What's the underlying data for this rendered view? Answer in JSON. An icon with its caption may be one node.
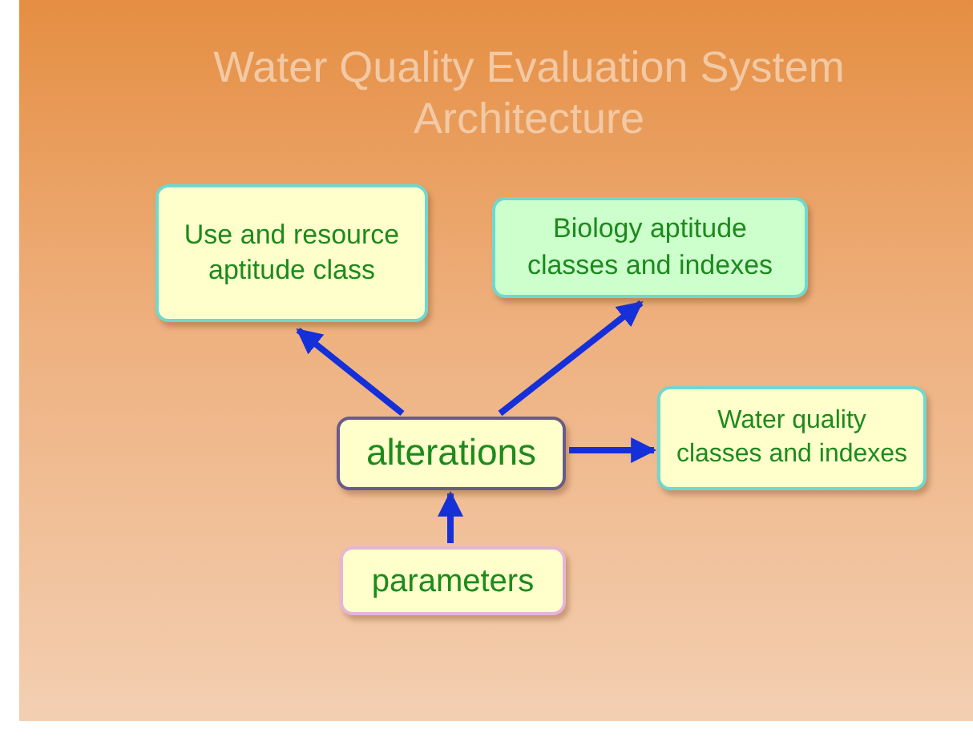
{
  "diagram": {
    "title": "Water Quality Evaluation System Architecture",
    "nodes": [
      {
        "text": [
          "Use and resource aptitude class"
        ]
      },
      {
        "text": [
          "Biology aptitude classes and indexes"
        ]
      },
      {
        "text": [
          "alterations"
        ]
      },
      {
        "text": [
          "Water quality classes and indexes"
        ]
      },
      {
        "text": [
          "parameters"
        ]
      }
    ],
    "edges": [
      {
        "from": 2,
        "to": 0,
        "arrow": "to"
      },
      {
        "from": 2,
        "to": 1,
        "arrow": "to"
      },
      {
        "from": 2,
        "to": 3,
        "arrow": "to"
      },
      {
        "from": 4,
        "to": 2,
        "arrow": "to"
      }
    ]
  }
}
